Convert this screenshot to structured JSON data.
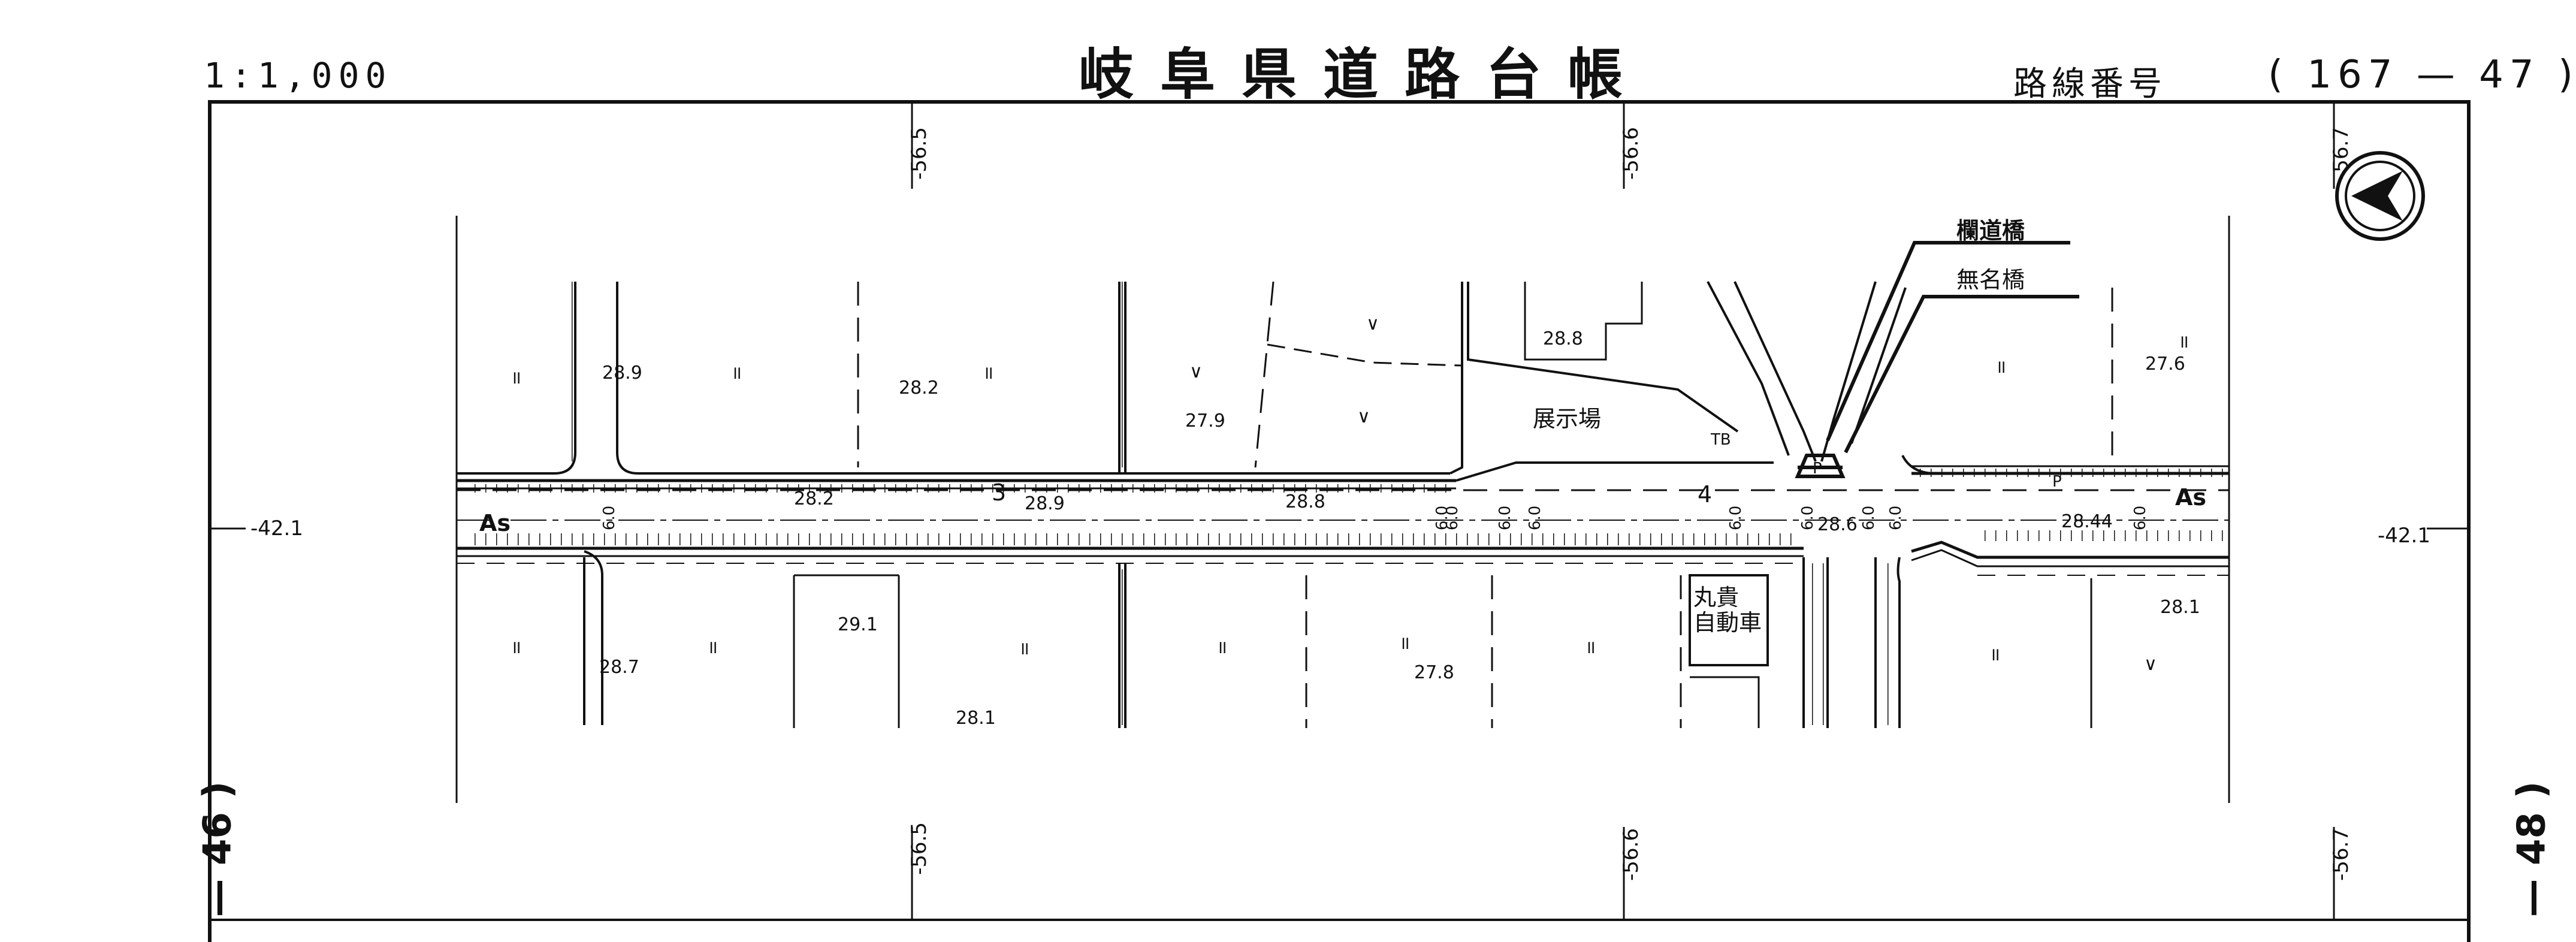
{
  "header": {
    "scale": "1:1,000",
    "title": "岐阜県道路台帳",
    "route_label": "路線番号",
    "route_number": "( 167 — 47 )"
  },
  "sheet_refs": {
    "left": "— 46 )",
    "right": "— 48 )"
  },
  "grid": {
    "top_coords": [
      "-56.5",
      "-56.6",
      "-56.7"
    ],
    "bottom_coords": [
      "-56.5",
      "-56.6",
      "-56.7"
    ],
    "left_coord": "-42.1",
    "right_coord": "-42.1"
  },
  "labels": {
    "bridge1": "欄道橋",
    "bridge2": "無名橋",
    "exhibition": "展示場",
    "shop_line1": "丸貴",
    "shop_line2": "自動車",
    "surface_left": "As",
    "surface_right": "As",
    "tb": "TB",
    "p1": "P",
    "p2": "P",
    "km3": "3",
    "km4": "4"
  },
  "elevations": {
    "e1": "28.9",
    "e2": "28.2",
    "e3": "27.9",
    "e4": "28.8",
    "e5": "27.6",
    "e6": "28.2",
    "e7": "28.9",
    "e8": "28.8",
    "e9": "28.6",
    "e10": "28.44",
    "e11": "28.7",
    "e12": "29.1",
    "e13": "28.1",
    "e14": "27.8",
    "e15": "28.1"
  },
  "widths": {
    "w1": "6.0",
    "w2": "6.0",
    "w3": "6.0",
    "w4": "6.0",
    "w5": "6.0",
    "w6": "6.0",
    "w7": "6.0",
    "w8": "6.0",
    "w9": "6.0",
    "w10": "6.0"
  },
  "symbols": {
    "field": "॥",
    "dry_field": "∨"
  },
  "north_arrow": "north-arrow-icon"
}
